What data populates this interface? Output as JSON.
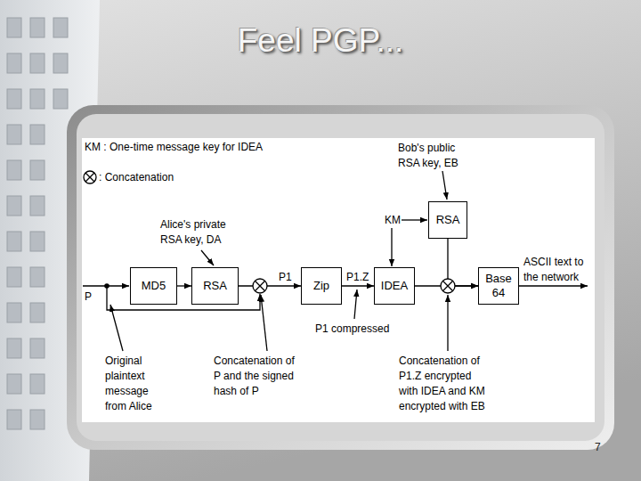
{
  "diagram": {
    "title": "Feel PGP...",
    "nodes": [
      {
        "text": [
          "MD5"
        ]
      },
      {
        "text": [
          "RSA"
        ]
      },
      {
        "text": [
          "Zip"
        ]
      },
      {
        "text": [
          "IDEA"
        ]
      },
      {
        "text": [
          "RSA"
        ]
      },
      {
        "text": [
          "Base 64"
        ]
      }
    ],
    "edges": [
      {
        "from": 0,
        "to": 1,
        "arrow": "to"
      },
      {
        "from": 1,
        "to": 2,
        "label": "P1",
        "arrow": "to"
      },
      {
        "from": 2,
        "to": 3,
        "label": "P1.Z",
        "arrow": "to"
      },
      {
        "from": 3,
        "to": 5,
        "arrow": "to"
      },
      {
        "from": 4,
        "to": 5,
        "arrow": "to"
      }
    ],
    "labels": [
      "KM : One-time message key for IDEA",
      ": Concatenation",
      "Bob's public RSA key, EB",
      "KM",
      "Alice's private RSA key, DA",
      "P",
      "ASCII text to the network",
      "P1 compressed",
      "Original plaintext message from Alice",
      "Concatenation of P and the signed hash of P",
      "Concatenation of P1.Z encrypted with IDEA and KM encrypted with EB",
      "7"
    ]
  }
}
